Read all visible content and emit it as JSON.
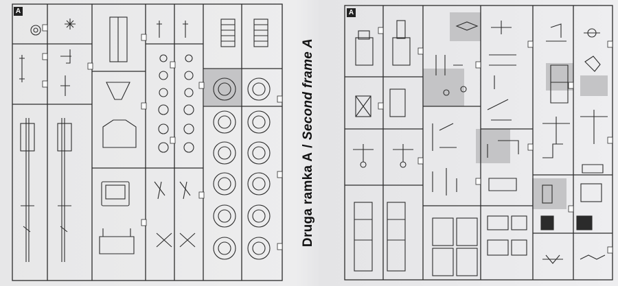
{
  "caption": {
    "polish": "Druga ramka A",
    "separator": "/",
    "english": "Second frame A"
  },
  "frames": [
    {
      "id": "left",
      "letter": "A"
    },
    {
      "id": "right",
      "letter": "A"
    }
  ],
  "colors": {
    "line": "#2b2b2b",
    "shade": "#c4c4c6",
    "paper": "#ececed"
  }
}
